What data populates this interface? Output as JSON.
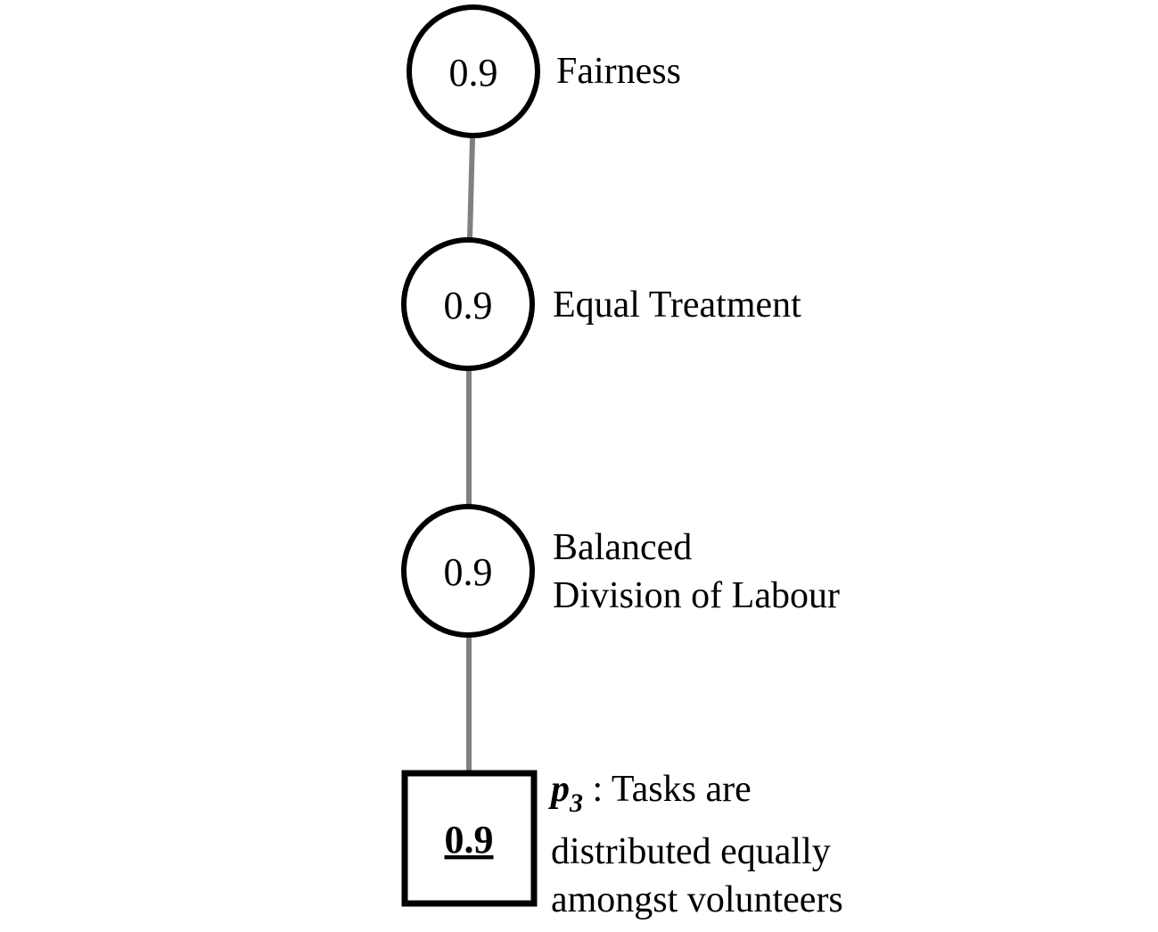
{
  "nodes": [
    {
      "value": "0.9",
      "label_lines": [
        "Fairness"
      ]
    },
    {
      "value": "0.9",
      "label_lines": [
        "Equal Treatment"
      ]
    },
    {
      "value": "0.9",
      "label_lines": [
        "Balanced",
        "Division of Labour"
      ]
    }
  ],
  "goal": {
    "value": "0.9",
    "symbol": "p",
    "subscript": "3",
    "separator": " : ",
    "lines": [
      "Tasks are",
      "distributed equally",
      "amongst volunteers"
    ]
  },
  "colors": {
    "node_stroke": "#000000",
    "edge": "#808080",
    "background": "#ffffff"
  }
}
